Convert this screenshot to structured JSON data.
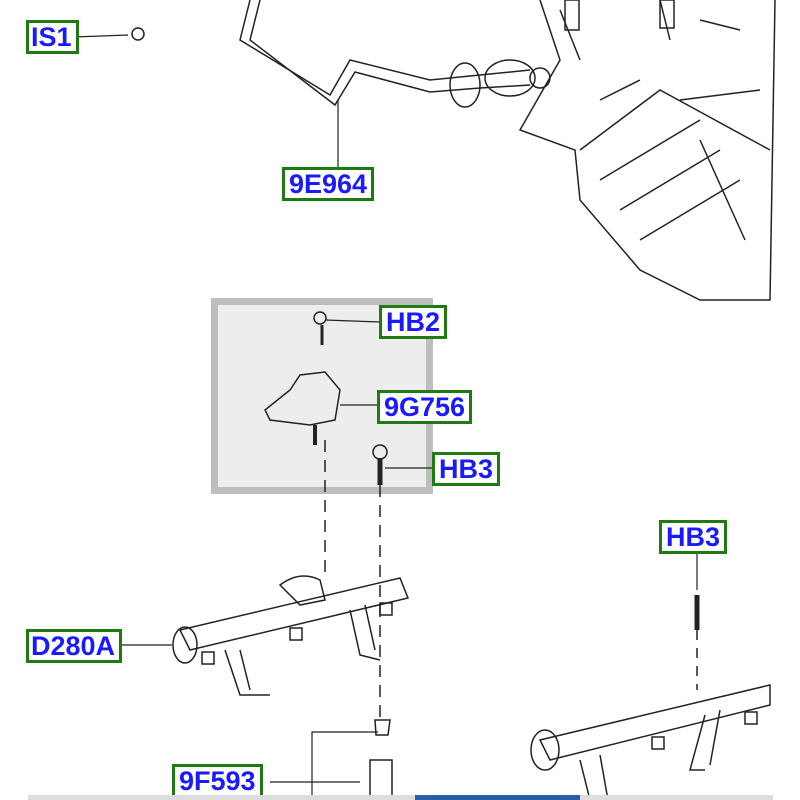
{
  "labels": {
    "s1": "IS1",
    "e964": "9E964",
    "hb2": "HB2",
    "g756": "9G756",
    "hb3_left": "HB3",
    "hb3_right": "HB3",
    "d280a": "D280A",
    "f593": "9F593"
  },
  "colors": {
    "label_border": "#1f7a12",
    "label_text": "#1a1aff",
    "highlight": "#bdbdbd"
  }
}
